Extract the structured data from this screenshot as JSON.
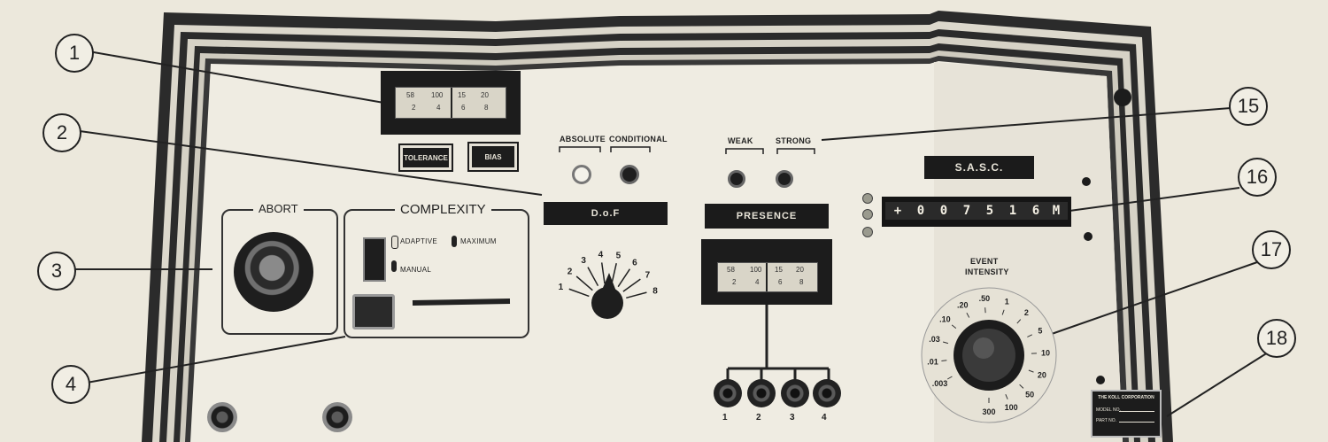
{
  "callouts": [
    "1",
    "2",
    "3",
    "4",
    "15",
    "16",
    "17",
    "18"
  ],
  "meter_top": {
    "name": "upper-meter",
    "scale_top": [
      "58",
      "100",
      "15",
      "20"
    ],
    "scale_bottom": [
      "2",
      "4",
      "6",
      "8"
    ],
    "buttons": [
      "TOLERANCE",
      "BIAS"
    ]
  },
  "abort": {
    "title": "ABORT"
  },
  "complexity": {
    "title": "COMPLEXITY",
    "options": [
      "ADAPTIVE",
      "MAXIMUM",
      "MANUAL"
    ]
  },
  "dof": {
    "indicator_labels": [
      "ABSOLUTE",
      "CONDITIONAL"
    ],
    "title": "D.o.F",
    "dial_numbers": [
      "1",
      "2",
      "3",
      "4",
      "5",
      "6",
      "7",
      "8"
    ]
  },
  "presence": {
    "indicator_labels": [
      "WEAK",
      "STRONG"
    ],
    "title": "PRESENCE",
    "meter_scale_top": [
      "58",
      "100",
      "15",
      "20"
    ],
    "meter_scale_bottom": [
      "2",
      "4",
      "6",
      "8"
    ],
    "jacks": [
      "1",
      "2",
      "3",
      "4"
    ]
  },
  "sasc": {
    "title": "S.A.S.C.",
    "digits": [
      "+",
      "0",
      "0",
      "7",
      "5",
      "1",
      "6",
      "M"
    ]
  },
  "event_intensity": {
    "title": [
      "EVENT",
      "INTENSITY"
    ],
    "dial_labels": [
      ".003",
      ".01",
      ".03",
      ".10",
      ".20",
      ".50",
      "1",
      "2",
      "5",
      "10",
      "20",
      "50",
      "100",
      "300"
    ]
  },
  "nameplate": {
    "company": "THE KOLL CORPORATION",
    "model_label": "MODEL NO.",
    "part_label": "PART NO."
  }
}
